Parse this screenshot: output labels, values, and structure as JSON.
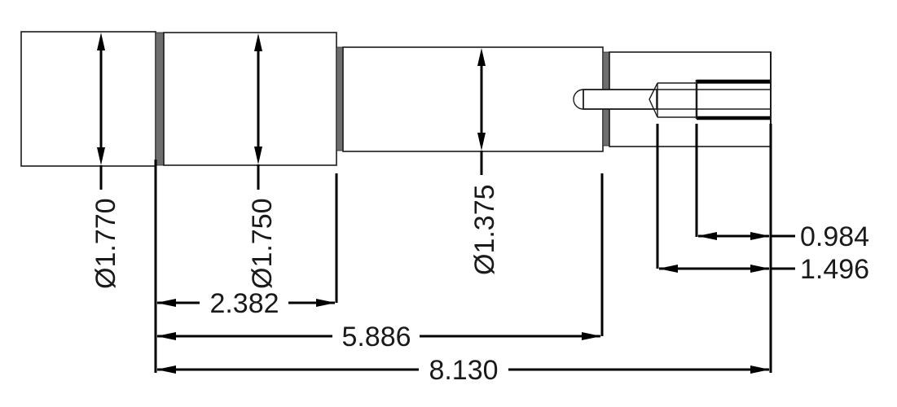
{
  "drawing": {
    "type": "engineering-shaft-drawing",
    "line_color": "#000000",
    "background": "#ffffff"
  },
  "diameters": [
    {
      "id": "d1",
      "label": "Ø1.770",
      "value": 1.77
    },
    {
      "id": "d2",
      "label": "Ø1.750",
      "value": 1.75
    },
    {
      "id": "d3",
      "label": "Ø1.375",
      "value": 1.375
    }
  ],
  "lengths": [
    {
      "id": "l1",
      "label": "2.382",
      "value": 2.382
    },
    {
      "id": "l2",
      "label": "5.886",
      "value": 5.886
    },
    {
      "id": "l3",
      "label": "8.130",
      "value": 8.13
    },
    {
      "id": "l4",
      "label": "0.984",
      "value": 0.984
    },
    {
      "id": "l5",
      "label": "1.496",
      "value": 1.496
    }
  ]
}
